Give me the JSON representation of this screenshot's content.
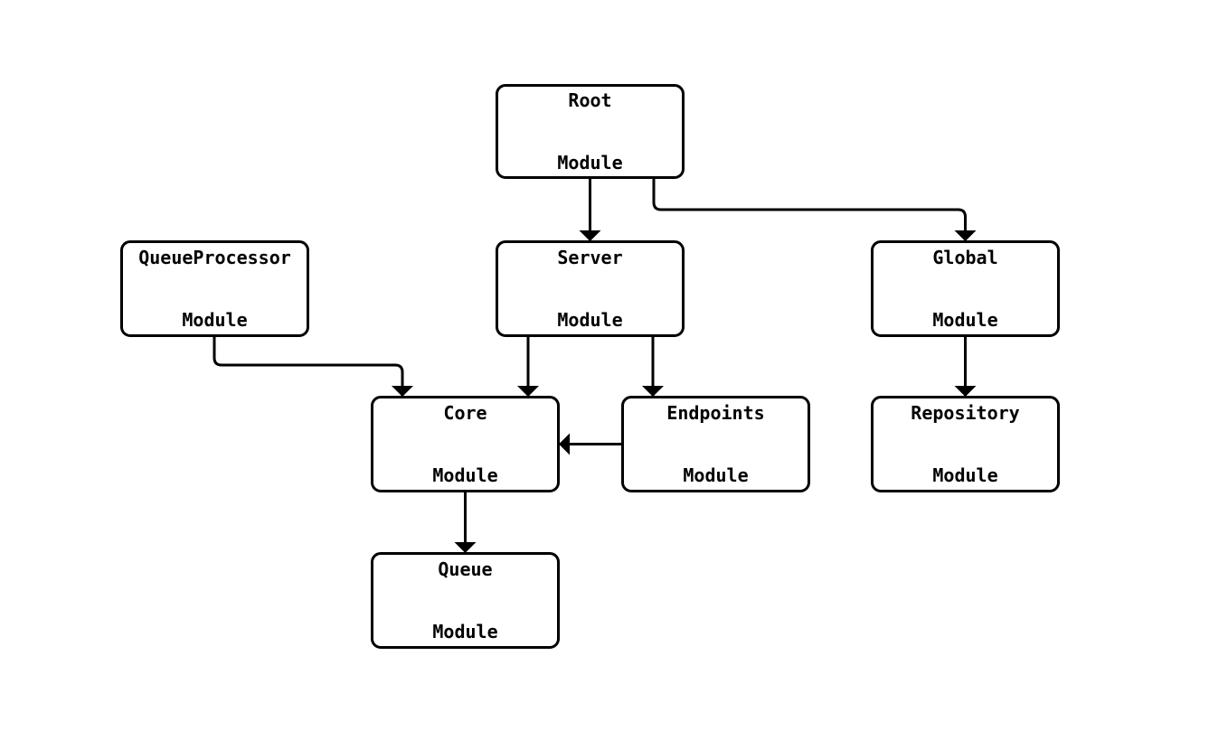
{
  "diagram": {
    "type": "flowchart",
    "direction": "top-down",
    "background": "#ffffff",
    "colors": {
      "node_border": "#000000",
      "node_fill": "#ffffff",
      "edge": "#000000",
      "text": "#000000"
    },
    "nodes": [
      {
        "id": "root",
        "line1": "Root",
        "line2": "Module"
      },
      {
        "id": "queueprocessor",
        "line1": "QueueProcessor",
        "line2": "Module"
      },
      {
        "id": "server",
        "line1": "Server",
        "line2": "Module"
      },
      {
        "id": "global",
        "line1": "Global",
        "line2": "Module"
      },
      {
        "id": "core",
        "line1": "Core",
        "line2": "Module"
      },
      {
        "id": "endpoints",
        "line1": "Endpoints",
        "line2": "Module"
      },
      {
        "id": "repository",
        "line1": "Repository",
        "line2": "Module"
      },
      {
        "id": "queue",
        "line1": "Queue",
        "line2": "Module"
      }
    ],
    "edges": [
      {
        "from": "Root Module",
        "to": "Server Module"
      },
      {
        "from": "Root Module",
        "to": "Global Module"
      },
      {
        "from": "QueueProcessor Module",
        "to": "Core Module"
      },
      {
        "from": "Server Module",
        "to": "Core Module"
      },
      {
        "from": "Server Module",
        "to": "Endpoints Module"
      },
      {
        "from": "Endpoints Module",
        "to": "Core Module"
      },
      {
        "from": "Core Module",
        "to": "Queue Module"
      },
      {
        "from": "Global Module",
        "to": "Repository Module"
      }
    ]
  }
}
